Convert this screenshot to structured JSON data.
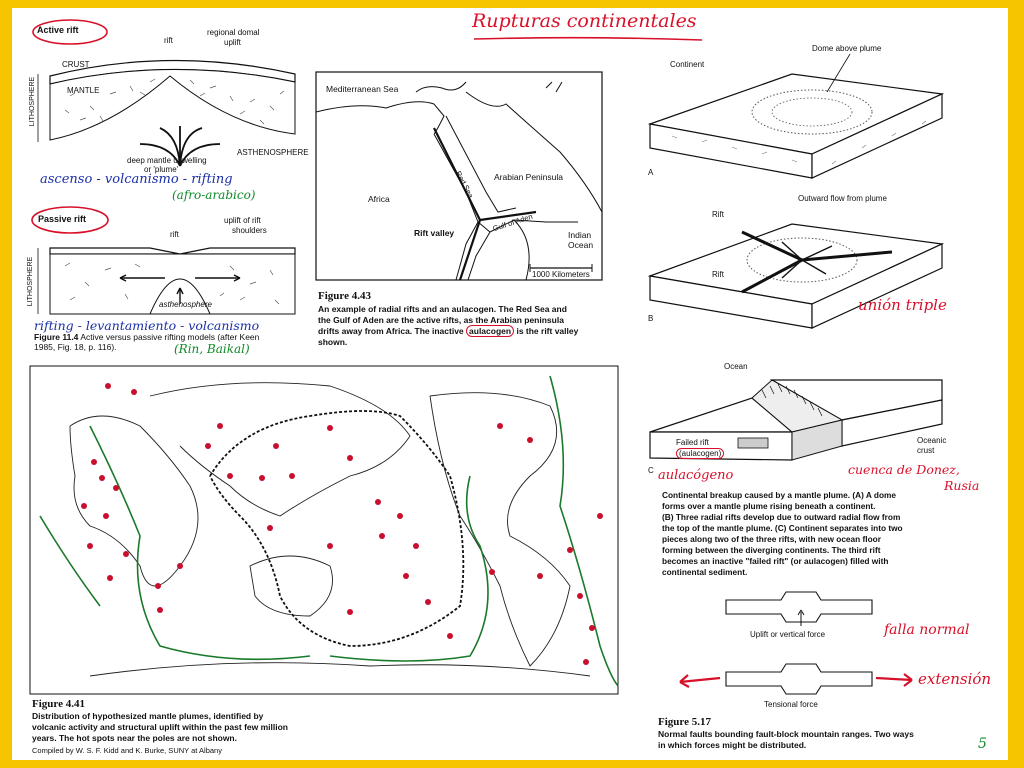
{
  "title": "Rupturas continentales",
  "page_number": "5",
  "fig114": {
    "active_label": "Active rift",
    "rift": "rift",
    "regional_uplift_1": "regional domal",
    "regional_uplift_2": "uplift",
    "crust": "CRUST",
    "mantle": "MANTLE",
    "lithosphere": "LITHOSPHERE",
    "asthenosphere_upper": "ASTHENOSPHERE",
    "upwelling_1": "deep mantle upwelling",
    "upwelling_2": "or 'plume'",
    "note_active": "ascenso - volcanismo - rifting",
    "note_afro": "(afro-arabico)",
    "passive_label": "Passive rift",
    "rift2": "rift",
    "uplift_shoulders_1": "uplift of rift",
    "uplift_shoulders_2": "shoulders",
    "lithosphere2": "LITHOSPHERE",
    "asthenosphere_lower": "asthenosphere",
    "note_passive": "rifting - levantamiento - volcanismo",
    "caption_title": "Figure 11.4",
    "caption_text_1": "Active versus passive rifting models (after Keen",
    "caption_text_2": "1985, Fig. 18, p. 116).",
    "note_rin": "(Rin, Baikal)"
  },
  "fig443": {
    "med_sea": "Mediterranean Sea",
    "arabian_peninsula": "Arabian Peninsula",
    "africa": "Africa",
    "red_sea": "Red Sea",
    "gulf_aden": "Gulf of Aden",
    "rift_valley": "Rift valley",
    "indian_1": "Indian",
    "indian_2": "Ocean",
    "scale": "1000 Kilometers",
    "caption_title": "Figure 4.43",
    "caption_l1": "An example of radial rifts and an aulacogen. The Red Sea and",
    "caption_l2": "the Gulf of Aden are the active rifts, as the Arabian peninsula",
    "caption_l3": "drifts away from Africa. The inactive",
    "caption_aulacogen": "aulacogen",
    "caption_l3b": "is the rift valley",
    "caption_l4": "shown."
  },
  "fig441": {
    "caption_title": "Figure 4.41",
    "caption_l1": "Distribution of hypothesized mantle plumes, identified by",
    "caption_l2": "volcanic activity and structural uplift within the past few million",
    "caption_l3": "years. The hot spots near the poles are not shown.",
    "compiled": "Compiled by W. S. F. Kidd and K. Burke, SUNY at Albany"
  },
  "fig_blocks": {
    "dome": "Dome above plume",
    "continent": "Continent",
    "a": "A",
    "outward": "Outward flow from plume",
    "rift_top": "Rift",
    "rift_bottom": "Rift",
    "b": "B",
    "union": "unión triple",
    "ocean": "Ocean",
    "oceanic_1": "Oceanic",
    "oceanic_2": "crust",
    "failed_1": "Failed rift",
    "failed_2": "(aulacogen)",
    "c": "C",
    "aulacogeno": "aulacógeno",
    "cuenca_1": "cuenca de Donez,",
    "cuenca_2": "Rusia",
    "caption_1": "Continental breakup caused by a mantle plume. (A) A dome",
    "caption_2": "forms over a mantle plume rising beneath a continent.",
    "caption_3": "(B) Three radial rifts develop due to outward radial flow from",
    "caption_4": "the top of the mantle plume. (C) Continent separates into two",
    "caption_5": "pieces along two of the three rifts, with new ocean floor",
    "caption_6": "forming between the diverging continents. The third rift",
    "caption_7": "becomes an inactive \"failed rift\" (or aulacogen) filled with",
    "caption_8": "continental sediment."
  },
  "fig517": {
    "uplift": "Uplift or vertical force",
    "falla": "falla normal",
    "extension": "extensión",
    "tensional": "Tensional force",
    "caption_title": "Figure 5.17",
    "caption_1": "Normal faults bounding fault-block mountain ranges. Two ways",
    "caption_2": "in which forces might be distributed."
  },
  "colors": {
    "frame": "#f7c400",
    "annotation_red": "#d8102a",
    "annotation_blue": "#1b2fa8",
    "annotation_green": "#118a2a",
    "plume_dot": "#c8102e",
    "ridge_green": "#1a7a2a"
  }
}
